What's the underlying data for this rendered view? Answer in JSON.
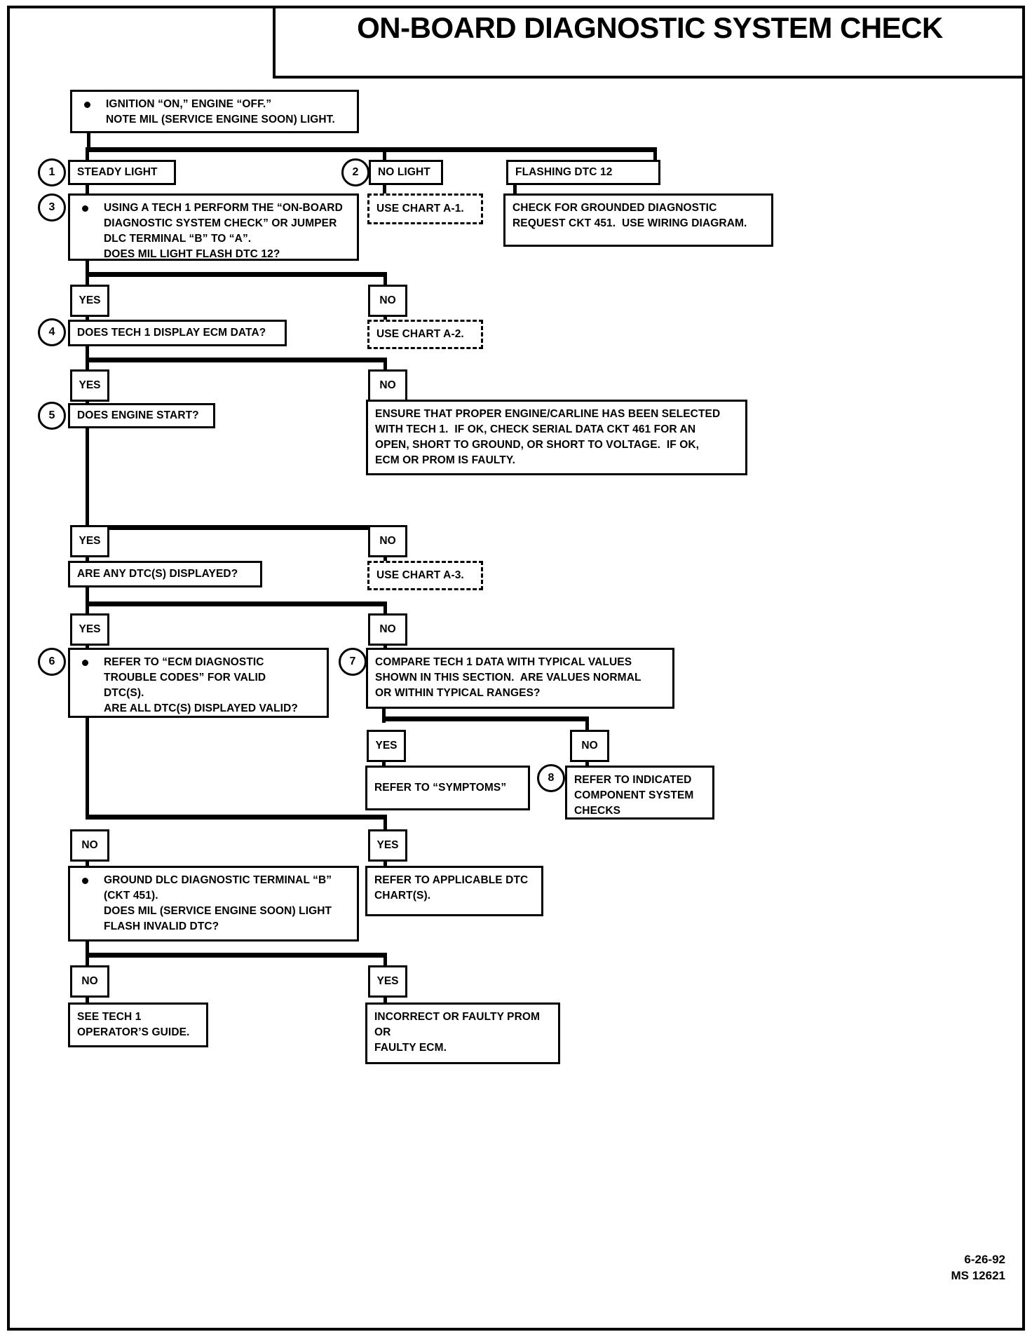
{
  "title": "ON-BOARD DIAGNOSTIC SYSTEM CHECK",
  "footer": {
    "date": "6-26-92",
    "doc_id": "MS 12621"
  },
  "steps": {
    "s1": "1",
    "s2": "2",
    "s3": "3",
    "s4": "4",
    "s5": "5",
    "s6": "6",
    "s7": "7",
    "s8": "8"
  },
  "labels": {
    "yes": "YES",
    "no": "NO"
  },
  "boxes": {
    "start": {
      "line1": "IGNITION “ON,” ENGINE “OFF.”",
      "line2": "NOTE MIL (SERVICE ENGINE SOON) LIGHT."
    },
    "steady_light": "STEADY LIGHT",
    "no_light": "NO LIGHT",
    "flashing_dtc12": "FLASHING DTC 12",
    "use_chart_a1": "USE CHART A-1.",
    "grounded_request": {
      "line1": "CHECK FOR GROUNDED DIAGNOSTIC",
      "line2": "REQUEST CKT 451.  USE WIRING DIAGRAM."
    },
    "step3": {
      "line1": "USING A TECH 1 PERFORM THE “ON-BOARD",
      "line2": "DIAGNOSTIC SYSTEM CHECK” OR JUMPER",
      "line3": "DLC TERMINAL “B” TO “A”.",
      "line4": "DOES MIL LIGHT FLASH DTC 12?"
    },
    "step4": "DOES TECH 1 DISPLAY ECM DATA?",
    "use_chart_a2": "USE CHART A-2.",
    "step5": "DOES ENGINE START?",
    "ensure_carline": {
      "line1": "ENSURE THAT PROPER ENGINE/CARLINE HAS BEEN SELECTED",
      "line2": "WITH TECH 1.  IF OK, CHECK SERIAL DATA CKT 461 FOR AN",
      "line3": "OPEN, SHORT TO GROUND, OR SHORT TO VOLTAGE.  IF OK,",
      "line4": "ECM OR PROM IS FAULTY."
    },
    "any_dtcs": "ARE ANY DTC(S) DISPLAYED?",
    "use_chart_a3": "USE CHART A-3.",
    "step6": {
      "line1": "REFER TO “ECM DIAGNOSTIC",
      "line2": "TROUBLE CODES” FOR VALID",
      "line3": "DTC(S).",
      "line4": "ARE ALL DTC(S) DISPLAYED VALID?"
    },
    "step7": {
      "line1": "COMPARE TECH 1 DATA WITH TYPICAL VALUES",
      "line2": "SHOWN IN THIS SECTION.  ARE VALUES NORMAL",
      "line3": "OR WITHIN TYPICAL RANGES?"
    },
    "refer_symptoms": "REFER TO “SYMPTOMS”",
    "step8": {
      "line1": "REFER TO INDICATED",
      "line2": "COMPONENT SYSTEM",
      "line3": "CHECKS"
    },
    "ground_dlc": {
      "line1": "GROUND DLC DIAGNOSTIC TERMINAL “B”",
      "line2": "(CKT 451).",
      "line3": "DOES MIL (SERVICE ENGINE SOON) LIGHT",
      "line4": "FLASH INVALID DTC?"
    },
    "refer_dtc_charts": {
      "line1": "REFER TO APPLICABLE DTC",
      "line2": "CHART(S)."
    },
    "see_tech1_guide": {
      "line1": "SEE TECH 1",
      "line2": "OPERATOR’S GUIDE."
    },
    "faulty_prom": {
      "line1": "INCORRECT OR FAULTY PROM",
      "line2": "OR",
      "line3": "FAULTY ECM."
    }
  }
}
